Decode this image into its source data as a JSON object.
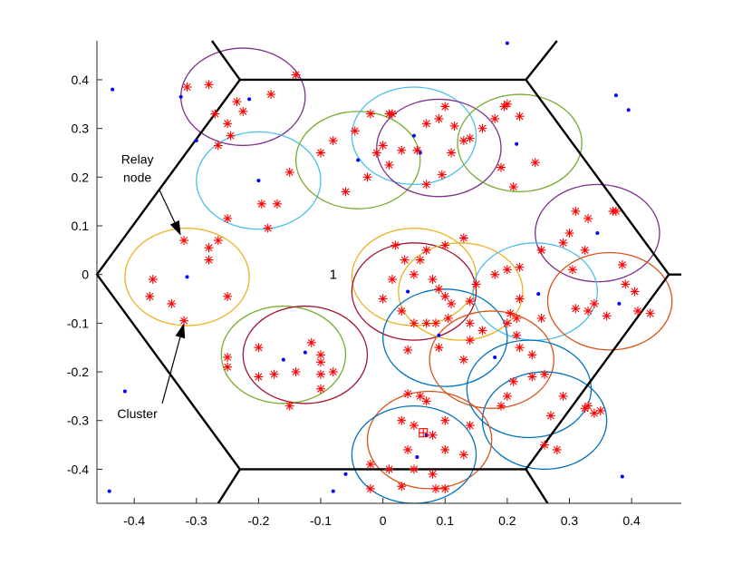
{
  "chart_data": {
    "type": "scatter",
    "title": "",
    "xlabel": "",
    "ylabel": "",
    "xlim": [
      -0.46,
      0.48
    ],
    "ylim": [
      -0.47,
      0.48
    ],
    "grid": false,
    "legend": "none",
    "xticks": [
      -0.4,
      -0.3,
      -0.2,
      -0.1,
      0,
      0.1,
      0.2,
      0.3,
      0.4
    ],
    "xtick_labels": [
      "-0.4",
      "-0.3",
      "-0.2",
      "-0.1",
      "0",
      "0.1",
      "0.2",
      "0.3",
      "0.4"
    ],
    "yticks": [
      0.4,
      0.3,
      0.2,
      0.1,
      0,
      -0.1,
      -0.2,
      -0.3,
      -0.4
    ],
    "ytick_labels": [
      "0.4",
      "0.3",
      "0.2",
      "0.1",
      "0",
      "-0.1",
      "-0.2",
      "-0.3",
      "-0.4"
    ],
    "cell_label": {
      "text": "1",
      "x": -0.08,
      "y": 0.0
    },
    "annotations": [
      {
        "text_lines": [
          "Relay",
          "node"
        ],
        "text_x": -0.395,
        "text_y": 0.228,
        "arrow_from": [
          -0.36,
          0.175
        ],
        "arrow_to": [
          -0.325,
          0.08
        ]
      },
      {
        "text_lines": [
          "Cluster"
        ],
        "text_x": -0.395,
        "text_y": -0.295,
        "arrow_from": [
          -0.355,
          -0.265
        ],
        "arrow_to": [
          -0.32,
          -0.1
        ]
      }
    ],
    "hexagon": [
      [
        0.46,
        0.0
      ],
      [
        0.23,
        0.4
      ],
      [
        -0.23,
        0.4
      ],
      [
        -0.46,
        0.0
      ],
      [
        -0.23,
        -0.4
      ],
      [
        0.23,
        -0.4
      ]
    ],
    "hex_extensions": [
      [
        [
          0.23,
          0.4
        ],
        [
          0.28,
          0.48
        ]
      ],
      [
        [
          -0.23,
          0.4
        ],
        [
          -0.275,
          0.48
        ]
      ],
      [
        [
          0.46,
          0.0
        ],
        [
          0.48,
          0.0
        ]
      ],
      [
        [
          -0.23,
          -0.4
        ],
        [
          -0.265,
          -0.47
        ]
      ],
      [
        [
          0.23,
          -0.4
        ],
        [
          0.265,
          -0.47
        ]
      ]
    ],
    "colors": {
      "hexagon": "#000000",
      "relay_points": "#0000ff",
      "cluster_members": "#ff0000",
      "circle_purple": "#7e2f8e",
      "circle_cyan": "#4dbeee",
      "circle_green": "#77ac30",
      "circle_orange": "#edb120",
      "circle_darkred": "#a2142f",
      "circle_blue": "#0072bd",
      "circle_redorange": "#d95319"
    },
    "cluster_circles": [
      {
        "cx": -0.225,
        "cy": 0.365,
        "r": 0.1,
        "color": "purple"
      },
      {
        "cx": -0.2,
        "cy": 0.193,
        "r": 0.1,
        "color": "cyan"
      },
      {
        "cx": -0.04,
        "cy": 0.235,
        "r": 0.1,
        "color": "green"
      },
      {
        "cx": 0.05,
        "cy": 0.285,
        "r": 0.1,
        "color": "cyan"
      },
      {
        "cx": 0.09,
        "cy": 0.26,
        "r": 0.1,
        "color": "purple"
      },
      {
        "cx": 0.22,
        "cy": 0.27,
        "r": 0.1,
        "color": "green"
      },
      {
        "cx": 0.345,
        "cy": 0.085,
        "r": 0.1,
        "color": "purple"
      },
      {
        "cx": -0.315,
        "cy": -0.005,
        "r": 0.1,
        "color": "orange"
      },
      {
        "cx": 0.05,
        "cy": -0.005,
        "r": 0.1,
        "color": "orange"
      },
      {
        "cx": 0.05,
        "cy": -0.035,
        "r": 0.1,
        "color": "darkred"
      },
      {
        "cx": 0.125,
        "cy": -0.035,
        "r": 0.1,
        "color": "orange"
      },
      {
        "cx": 0.245,
        "cy": -0.035,
        "r": 0.1,
        "color": "cyan"
      },
      {
        "cx": 0.365,
        "cy": -0.055,
        "r": 0.1,
        "color": "redorange"
      },
      {
        "cx": 0.1,
        "cy": -0.13,
        "r": 0.1,
        "color": "blue"
      },
      {
        "cx": 0.175,
        "cy": -0.175,
        "r": 0.1,
        "color": "redorange"
      },
      {
        "cx": -0.16,
        "cy": -0.165,
        "r": 0.1,
        "color": "green"
      },
      {
        "cx": -0.125,
        "cy": -0.165,
        "r": 0.1,
        "color": "darkred"
      },
      {
        "cx": 0.235,
        "cy": -0.235,
        "r": 0.1,
        "color": "blue"
      },
      {
        "cx": 0.26,
        "cy": -0.3,
        "r": 0.1,
        "color": "blue"
      },
      {
        "cx": 0.075,
        "cy": -0.34,
        "r": 0.1,
        "color": "redorange"
      },
      {
        "cx": 0.05,
        "cy": -0.37,
        "r": 0.1,
        "color": "blue"
      }
    ],
    "series": [
      {
        "marker": "dot",
        "color_key": "relay_points",
        "points": [
          [
            -0.435,
            0.38
          ],
          [
            -0.325,
            0.365
          ],
          [
            -0.215,
            0.36
          ],
          [
            -0.3,
            0.275
          ],
          [
            -0.2,
            0.193
          ],
          [
            -0.04,
            0.235
          ],
          [
            0.05,
            0.285
          ],
          [
            0.06,
            0.25
          ],
          [
            0.215,
            0.268
          ],
          [
            0.2,
            0.475
          ],
          [
            0.375,
            0.368
          ],
          [
            0.395,
            0.338
          ],
          [
            0.345,
            0.085
          ],
          [
            -0.315,
            -0.005
          ],
          [
            0.25,
            -0.04
          ],
          [
            0.38,
            -0.06
          ],
          [
            0.09,
            -0.125
          ],
          [
            -0.16,
            -0.175
          ],
          [
            -0.125,
            -0.16
          ],
          [
            0.18,
            -0.17
          ],
          [
            -0.415,
            -0.24
          ],
          [
            0.07,
            -0.33
          ],
          [
            0.055,
            -0.375
          ],
          [
            -0.06,
            -0.41
          ],
          [
            -0.08,
            -0.445
          ],
          [
            0.385,
            -0.415
          ],
          [
            -0.44,
            -0.445
          ],
          [
            0.04,
            -0.035
          ]
        ]
      },
      {
        "marker": "asterisk",
        "color_key": "cluster_members",
        "points": [
          [
            -0.315,
            0.385
          ],
          [
            -0.28,
            0.39
          ],
          [
            -0.235,
            0.355
          ],
          [
            -0.18,
            0.37
          ],
          [
            -0.14,
            0.41
          ],
          [
            -0.27,
            0.33
          ],
          [
            -0.25,
            0.31
          ],
          [
            -0.245,
            0.285
          ],
          [
            -0.265,
            0.265
          ],
          [
            -0.225,
            0.335
          ],
          [
            -0.15,
            0.21
          ],
          [
            -0.17,
            0.145
          ],
          [
            -0.195,
            0.145
          ],
          [
            -0.185,
            0.095
          ],
          [
            -0.25,
            0.115
          ],
          [
            -0.1,
            0.25
          ],
          [
            -0.08,
            0.275
          ],
          [
            -0.045,
            0.295
          ],
          [
            -0.02,
            0.33
          ],
          [
            0.01,
            0.33
          ],
          [
            -0.06,
            0.17
          ],
          [
            -0.025,
            0.2
          ],
          [
            0.01,
            0.225
          ],
          [
            0.03,
            0.255
          ],
          [
            -0.01,
            0.25
          ],
          [
            0.0,
            0.265
          ],
          [
            0.015,
            0.33
          ],
          [
            0.055,
            0.255
          ],
          [
            0.07,
            0.31
          ],
          [
            0.07,
            0.185
          ],
          [
            0.095,
            0.205
          ],
          [
            0.09,
            0.32
          ],
          [
            0.1,
            0.345
          ],
          [
            0.11,
            0.25
          ],
          [
            0.13,
            0.275
          ],
          [
            0.115,
            0.305
          ],
          [
            0.14,
            0.28
          ],
          [
            0.16,
            0.3
          ],
          [
            0.18,
            0.32
          ],
          [
            0.195,
            0.345
          ],
          [
            0.2,
            0.35
          ],
          [
            0.22,
            0.325
          ],
          [
            0.19,
            0.22
          ],
          [
            0.21,
            0.18
          ],
          [
            0.245,
            0.23
          ],
          [
            0.31,
            0.13
          ],
          [
            0.33,
            0.115
          ],
          [
            0.37,
            0.13
          ],
          [
            0.375,
            0.13
          ],
          [
            0.3,
            0.085
          ],
          [
            0.325,
            0.05
          ],
          [
            0.385,
            0.02
          ],
          [
            0.29,
            0.065
          ],
          [
            0.255,
            0.05
          ],
          [
            0.305,
            0.01
          ],
          [
            -0.32,
            0.07
          ],
          [
            -0.28,
            0.055
          ],
          [
            -0.265,
            0.07
          ],
          [
            -0.28,
            0.03
          ],
          [
            -0.37,
            -0.01
          ],
          [
            -0.375,
            -0.045
          ],
          [
            -0.34,
            -0.06
          ],
          [
            -0.25,
            -0.045
          ],
          [
            -0.32,
            -0.095
          ],
          [
            0.02,
            0.06
          ],
          [
            0.035,
            0.03
          ],
          [
            0.06,
            0.03
          ],
          [
            0.07,
            0.05
          ],
          [
            0.1,
            0.06
          ],
          [
            0.13,
            0.075
          ],
          [
            0.015,
            -0.01
          ],
          [
            0.05,
            0.0
          ],
          [
            0.08,
            -0.01
          ],
          [
            0.09,
            -0.03
          ],
          [
            0.1,
            -0.045
          ],
          [
            0.11,
            -0.06
          ],
          [
            0.105,
            -0.09
          ],
          [
            0.14,
            -0.055
          ],
          [
            0.15,
            -0.02
          ],
          [
            0.18,
            0.0
          ],
          [
            0.2,
            0.01
          ],
          [
            0.22,
            0.015
          ],
          [
            0.22,
            -0.05
          ],
          [
            0.205,
            -0.08
          ],
          [
            0.215,
            -0.09
          ],
          [
            0.255,
            -0.09
          ],
          [
            0.0,
            -0.05
          ],
          [
            0.03,
            -0.075
          ],
          [
            0.05,
            -0.1
          ],
          [
            0.07,
            -0.1
          ],
          [
            0.085,
            -0.1
          ],
          [
            0.09,
            -0.15
          ],
          [
            0.04,
            -0.155
          ],
          [
            0.14,
            -0.1
          ],
          [
            0.14,
            -0.135
          ],
          [
            0.13,
            -0.175
          ],
          [
            0.16,
            -0.115
          ],
          [
            0.2,
            -0.1
          ],
          [
            0.215,
            -0.125
          ],
          [
            0.22,
            -0.15
          ],
          [
            0.24,
            -0.165
          ],
          [
            0.21,
            -0.22
          ],
          [
            0.24,
            -0.21
          ],
          [
            0.26,
            -0.205
          ],
          [
            0.29,
            -0.25
          ],
          [
            0.325,
            -0.275
          ],
          [
            0.33,
            -0.27
          ],
          [
            0.34,
            -0.285
          ],
          [
            0.35,
            -0.28
          ],
          [
            0.27,
            -0.29
          ],
          [
            0.2,
            -0.25
          ],
          [
            0.19,
            -0.27
          ],
          [
            0.26,
            -0.35
          ],
          [
            0.28,
            -0.36
          ],
          [
            0.31,
            -0.07
          ],
          [
            0.33,
            -0.075
          ],
          [
            0.34,
            -0.06
          ],
          [
            0.39,
            -0.02
          ],
          [
            0.405,
            -0.035
          ],
          [
            0.41,
            -0.075
          ],
          [
            0.43,
            -0.08
          ],
          [
            0.36,
            -0.085
          ],
          [
            -0.25,
            -0.19
          ],
          [
            -0.25,
            -0.17
          ],
          [
            -0.2,
            -0.15
          ],
          [
            -0.175,
            -0.205
          ],
          [
            -0.2,
            -0.21
          ],
          [
            -0.14,
            -0.2
          ],
          [
            -0.1,
            -0.165
          ],
          [
            -0.1,
            -0.18
          ],
          [
            -0.115,
            -0.14
          ],
          [
            -0.1,
            -0.205
          ],
          [
            -0.1,
            -0.235
          ],
          [
            -0.08,
            -0.2
          ],
          [
            -0.15,
            -0.27
          ],
          [
            0.04,
            -0.245
          ],
          [
            0.06,
            -0.25
          ],
          [
            0.07,
            -0.26
          ],
          [
            0.03,
            -0.3
          ],
          [
            0.05,
            -0.31
          ],
          [
            0.08,
            -0.33
          ],
          [
            0.04,
            -0.36
          ],
          [
            0.1,
            -0.36
          ],
          [
            0.13,
            -0.37
          ],
          [
            -0.02,
            -0.39
          ],
          [
            0.01,
            -0.4
          ],
          [
            0.05,
            -0.4
          ],
          [
            0.08,
            -0.41
          ],
          [
            0.1,
            -0.44
          ],
          [
            0.085,
            -0.44
          ],
          [
            0.03,
            -0.435
          ],
          [
            0.1,
            -0.3
          ],
          [
            0.14,
            -0.31
          ],
          [
            -0.02,
            -0.44
          ]
        ]
      },
      {
        "marker": "square",
        "color_key": "cluster_members",
        "points": [
          [
            0.065,
            -0.325
          ]
        ]
      }
    ]
  }
}
